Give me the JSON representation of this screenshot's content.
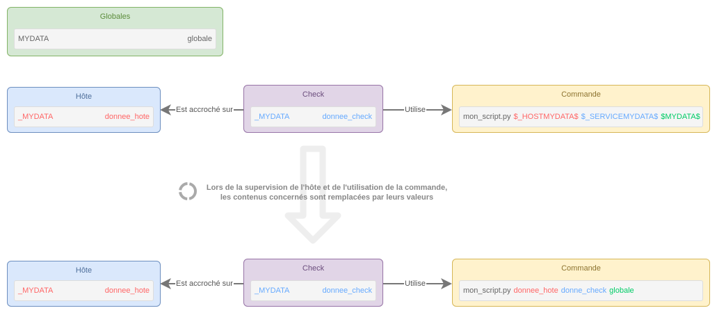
{
  "globales": {
    "title": "Globales",
    "key": "MYDATA",
    "value": "globale"
  },
  "top": {
    "hote": {
      "title": "Hôte",
      "key": "_MYDATA",
      "value": "donnee_hote"
    },
    "check": {
      "title": "Check",
      "key": "_MYDATA",
      "value": "donnee_check"
    },
    "commande": {
      "title": "Commande",
      "script": "mon_script.py",
      "arg1": "$_HOSTMYDATA$",
      "arg2": "$_SERVICEMYDATA$",
      "arg3": "$MYDATA$"
    },
    "edge_hote": "Est accroché sur",
    "edge_cmd": "Utilise"
  },
  "note": {
    "line1": "Lors de la supervision de l'hôte et de l'utilisation de la commande,",
    "line2": "les contenus concernés sont remplacées par leurs valeurs"
  },
  "bottom": {
    "hote": {
      "title": "Hôte",
      "key": "_MYDATA",
      "value": "donnee_hote"
    },
    "check": {
      "title": "Check",
      "key": "_MYDATA",
      "value": "donnee_check"
    },
    "commande": {
      "title": "Commande",
      "script": "mon_script.py",
      "arg1": "donnee_hote",
      "arg2": "donne_check",
      "arg3": "globale"
    },
    "edge_hote": "Est accroché sur",
    "edge_cmd": "Utilise"
  },
  "colors": {
    "host": "#ff6666",
    "service": "#66aaff",
    "global": "#00cc66"
  }
}
